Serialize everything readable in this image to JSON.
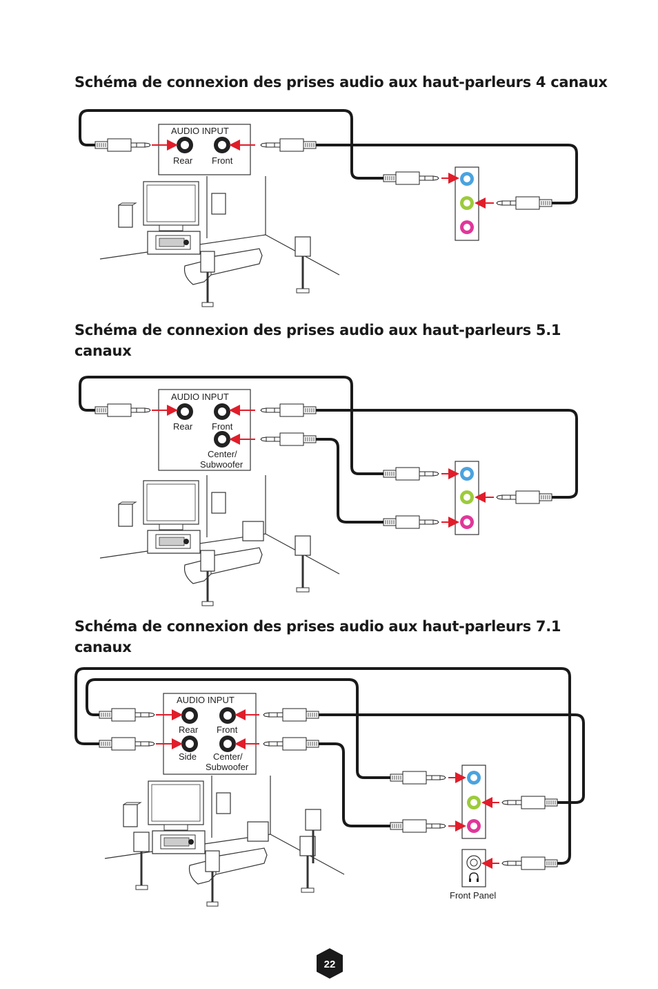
{
  "sections": [
    {
      "title": "Schéma de connexion des prises audio aux haut-parleurs 4 canaux"
    },
    {
      "title_line1": "Schéma de connexion des prises audio aux haut-parleurs 5.1",
      "title_line2": "canaux"
    },
    {
      "title_line1": "Schéma de connexion des prises audio aux haut-parleurs 7.1",
      "title_line2": "canaux"
    }
  ],
  "labels": {
    "audio_input": "AUDIO INPUT",
    "rear": "Rear",
    "front": "Front",
    "side": "Side",
    "center_line1": "Center/",
    "center_line2": "Subwoofer",
    "front_panel": "Front Panel"
  },
  "page_number": "22",
  "colors": {
    "blue_jack": "#4aa3df",
    "green_jack": "#9ccb3b",
    "pink_jack": "#e0379a",
    "arrow": "#e11d2a",
    "badge": "#1a1a1a"
  }
}
